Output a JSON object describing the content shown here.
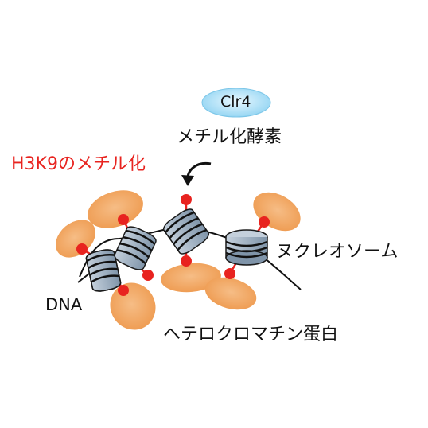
{
  "labels": {
    "enzyme_oval": "Clr4",
    "enzyme_name": "メチル化酵素",
    "methylation": "H3K9のメチル化",
    "nucleosome": "ヌクレオソーム",
    "dna": "DNA",
    "heterochromatin_protein": "ヘテロクロマチン蛋白"
  },
  "colors": {
    "enzyme_fill": "#a9dff5",
    "protein_fill": "#f2a45f",
    "nucleosome_fill": "#9fb0c2",
    "methyl_mark": "#e8231f",
    "methylation_text": "#e8231f",
    "text": "#111111"
  },
  "icons": [
    "curved-arrow-icon",
    "methyl-dot-icon"
  ]
}
